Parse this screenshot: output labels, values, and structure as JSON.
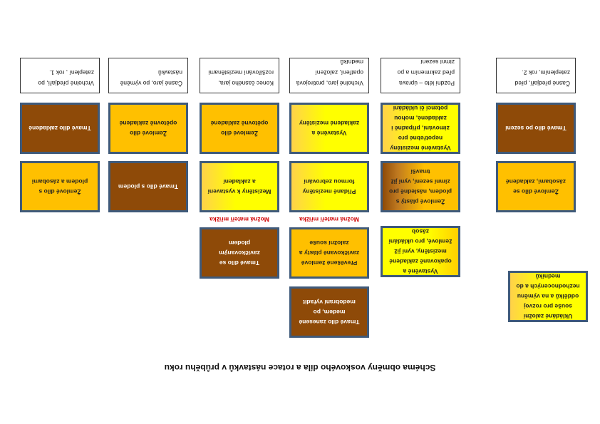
{
  "caption": "Schéma obměny voskového díla a rotace nástavků v průběhu roku",
  "headers": [
    "Časné předjaří, před zateplením, rok 2.",
    "Pozdní léto – úprava před zakrmením a po zimní sezení",
    "Vrcholné jaro, protirojová opatření, založení medníků",
    "Konec časného jara, rozšiřování mezistěnami",
    "Časné jaro, po výměně nástavků",
    "Vrcholné předjaří, po zateplení , rok 1."
  ],
  "boxes": {
    "c1_r1": "Tmavé dílo po sezení",
    "c1_r2": "Žemlové dílo se zásobami, zakladené",
    "c1_r4": "Ukládáné založní souše pro rozvoj oddělků a na výměnu nezhodnocených a do medníků",
    "c2_r1": "Vystavěné mezistěny nepotřebné pro zimování, případně i zakladené, mohou potencí či ukládání",
    "c2_r2": "Žemlové plástý s plodem, následně pro zimní sezení, vyní již tmavší",
    "c2_r3": "Vystavěné a opakovaně zakladené mezistěny, vyní již žemlové, pro ukládání zásob",
    "c3_r1": "Vystavěné a zakladené mezistěny",
    "c3_r2": "Přidané mezistěny formou zebrování",
    "c3_r3": "Převěšené žemlové zavíčkované plásty a založní souše",
    "c3_r4": "Tmavé dílo zanesené medem, po medobraní vyřadit",
    "c4_r1": "Žemlové dílo opětovně zakladené",
    "c4_r2": "Mezistěny k vystavení a zakladení",
    "c4_r3": "Tmavé dílo se zavíčkovaným plodem",
    "c5_r1": "Žemlové dílo opětovně zakladené",
    "c5_r2": "Tmavé dílo s plodem",
    "c6_r1": "Tmavé dílo zakladené",
    "c6_r2": "Žemlové dílo s plodem a zásobami"
  },
  "notes": {
    "under_c3": "Možná mateří mřížka",
    "under_c4": "Možná mateří mřížka"
  },
  "colors": {
    "brown": "#8e4a08",
    "orange": "#ffc000",
    "yellow": "#ffff00",
    "border": "#3f5a7a",
    "note": "#d00000"
  }
}
